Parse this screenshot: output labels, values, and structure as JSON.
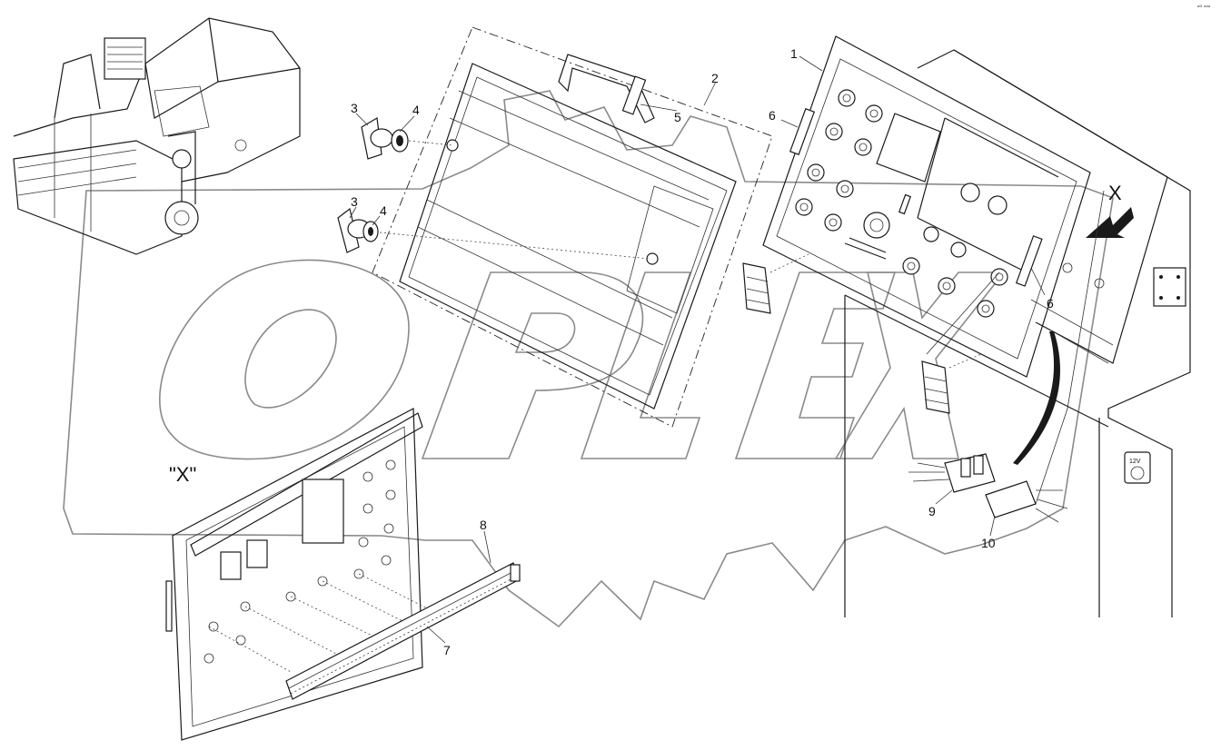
{
  "corner_code": "ᵃᴰ ᵃᵃᵃ",
  "watermark": {
    "letters": [
      "O",
      "P",
      "E",
      "X"
    ]
  },
  "view_label": "\"X\"",
  "callouts": [
    {
      "id": "c1",
      "text": "1"
    },
    {
      "id": "c2",
      "text": "2"
    },
    {
      "id": "c3a",
      "text": "3"
    },
    {
      "id": "c4a",
      "text": "4"
    },
    {
      "id": "c3b",
      "text": "3"
    },
    {
      "id": "c4b",
      "text": "4"
    },
    {
      "id": "c5",
      "text": "5"
    },
    {
      "id": "c6a",
      "text": "6"
    },
    {
      "id": "c6b",
      "text": "6"
    },
    {
      "id": "c7",
      "text": "7"
    },
    {
      "id": "c8",
      "text": "8"
    },
    {
      "id": "c9",
      "text": "9"
    },
    {
      "id": "c10",
      "text": "10"
    }
  ],
  "view_marker": "X",
  "voltage_label": "12V"
}
